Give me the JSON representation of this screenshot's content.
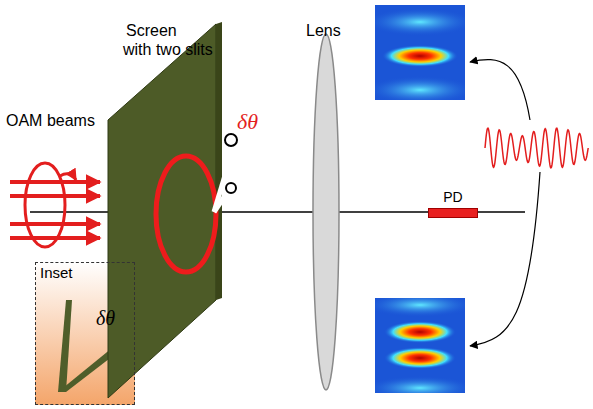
{
  "diagram": {
    "nodes": [
      {
        "text": [
          "PD"
        ]
      },
      {
        "text": [
          "Inset",
          "δθ"
        ]
      }
    ],
    "labels": [
      "OAM beams",
      "Screen",
      "with two  slits",
      "δθ",
      "Lens"
    ]
  }
}
